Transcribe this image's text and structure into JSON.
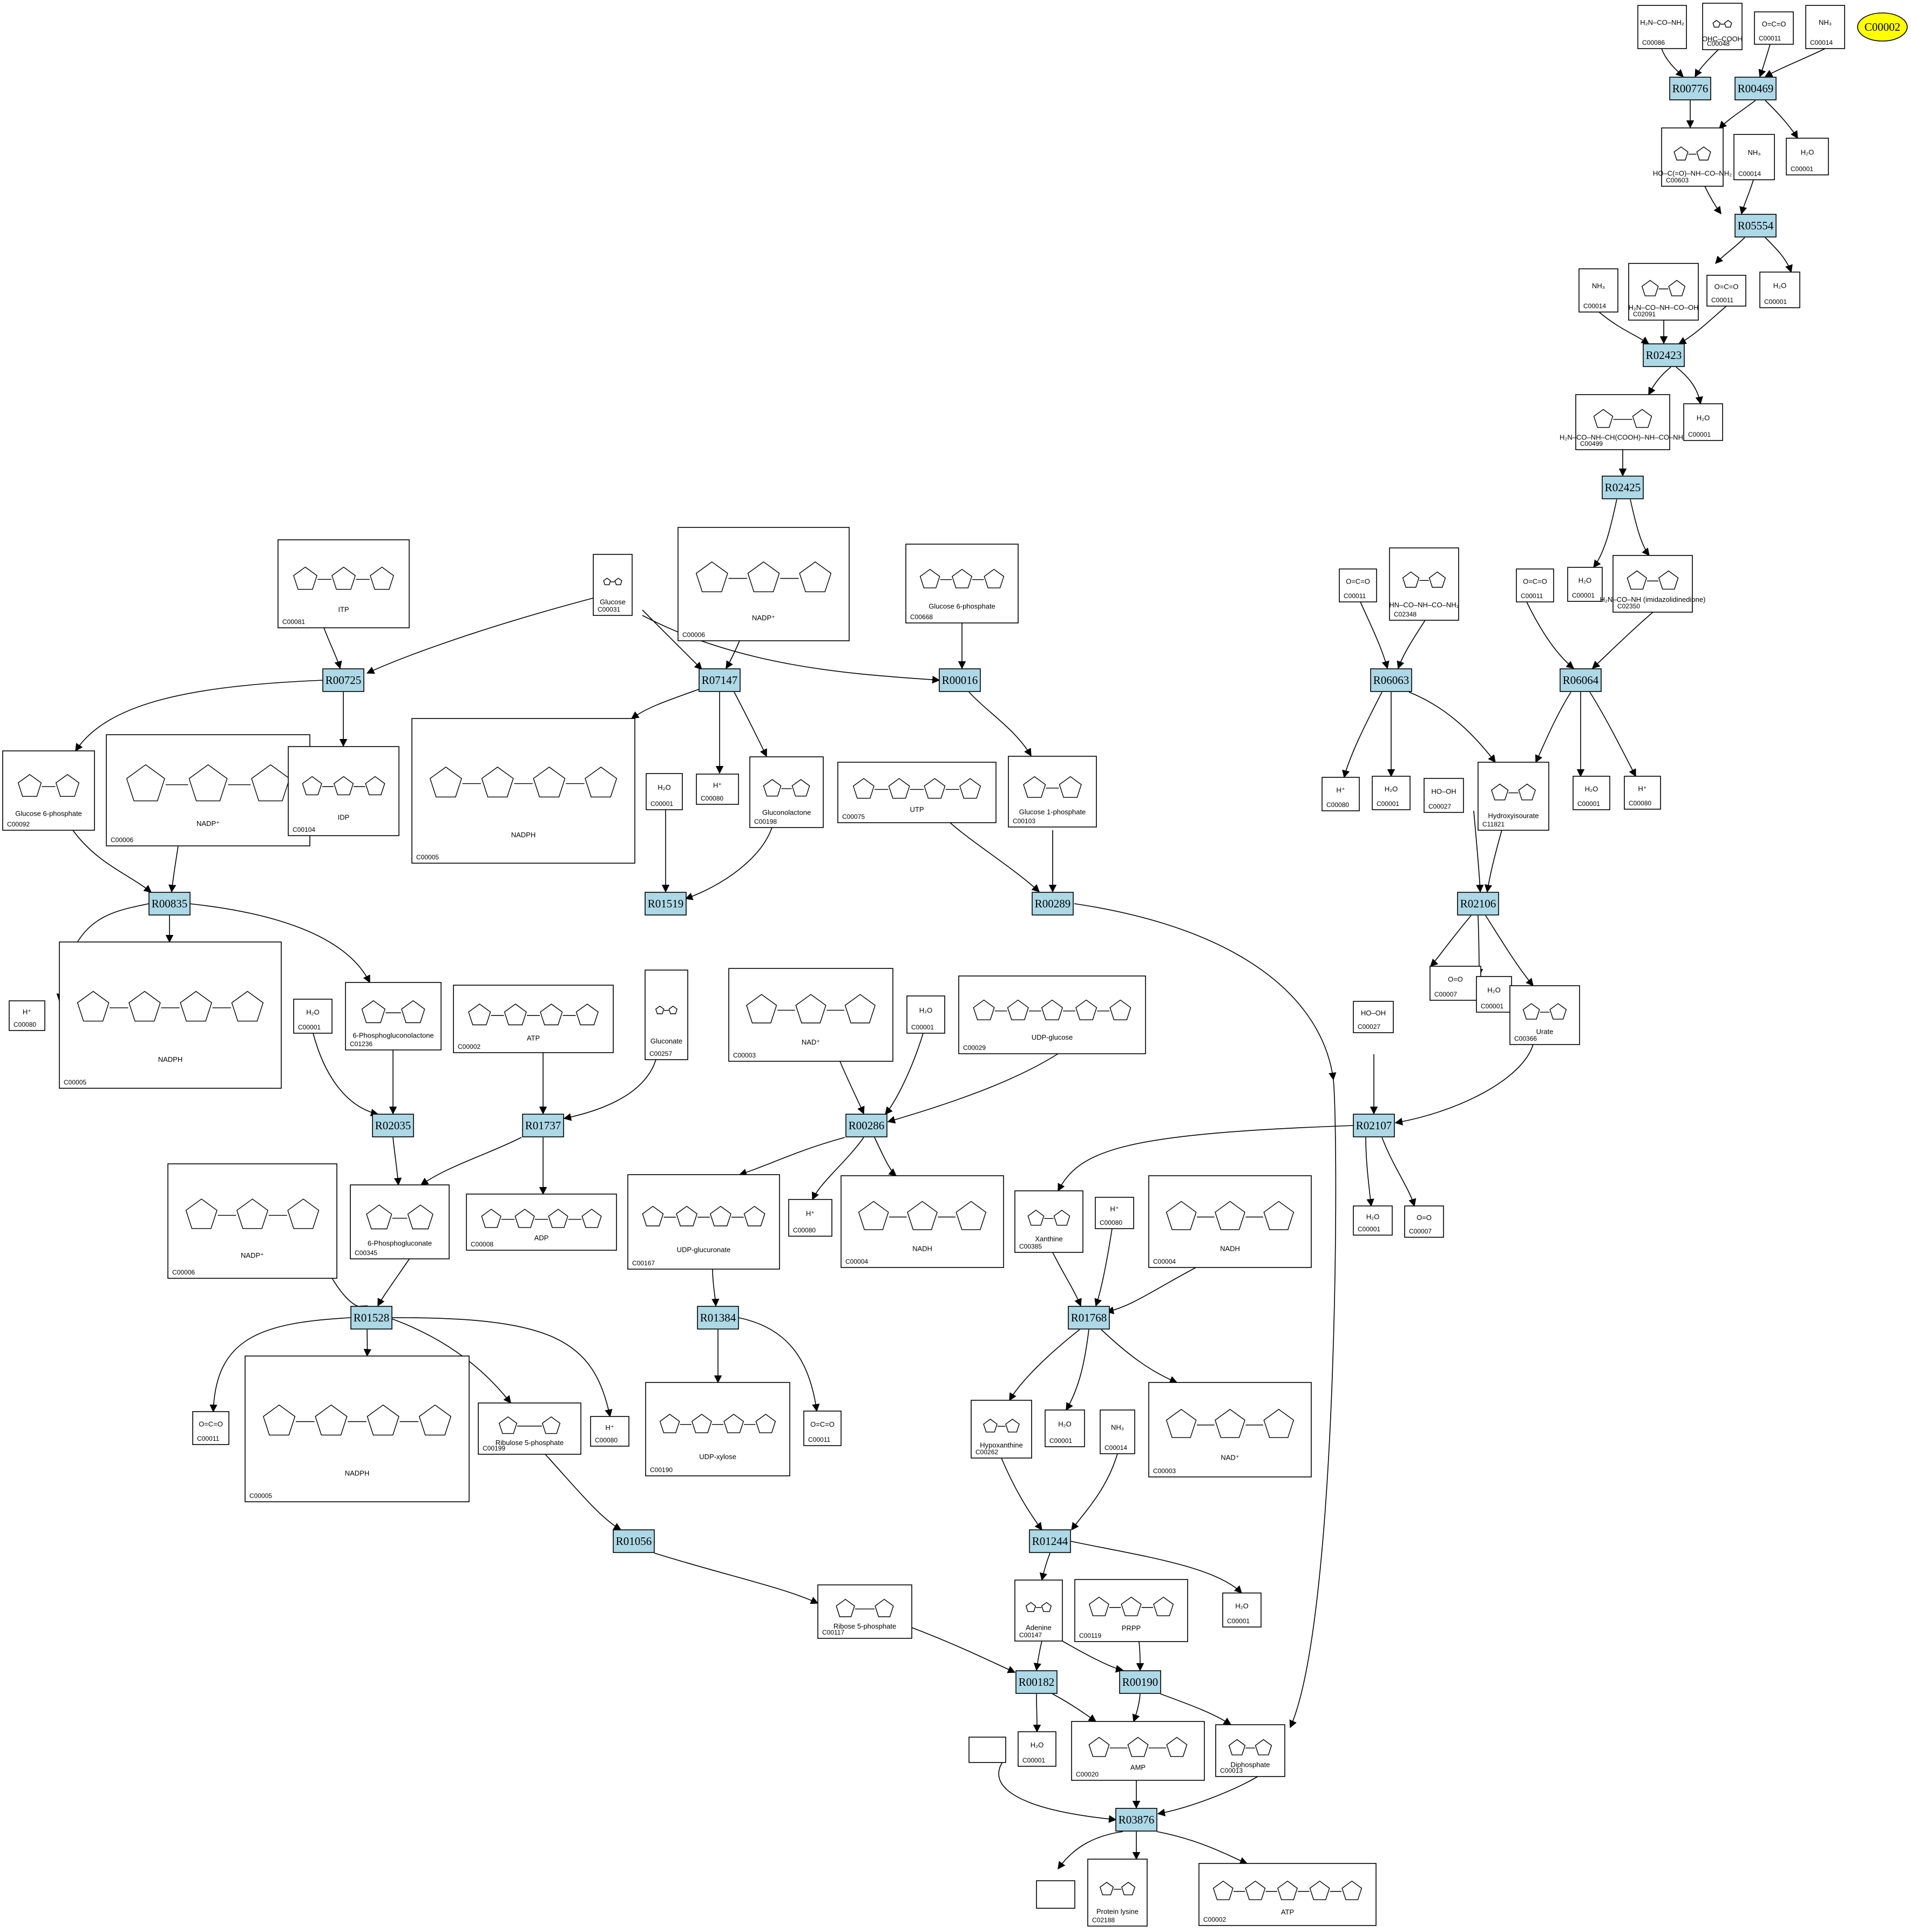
{
  "badge": {
    "label": "C00002",
    "color": "#ffff00"
  },
  "colors": {
    "reaction_fill": "#add8e6",
    "compound_fill": "#ffffff",
    "edge": "#000000"
  },
  "reactions": [
    {
      "id": "R00776"
    },
    {
      "id": "R00469"
    },
    {
      "id": "R05554"
    },
    {
      "id": "R02423"
    },
    {
      "id": "R02425"
    },
    {
      "id": "R06063"
    },
    {
      "id": "R06064"
    },
    {
      "id": "R00725"
    },
    {
      "id": "R07147"
    },
    {
      "id": "R00016"
    },
    {
      "id": "R00835"
    },
    {
      "id": "R01519"
    },
    {
      "id": "R00289"
    },
    {
      "id": "R02106"
    },
    {
      "id": "R02035"
    },
    {
      "id": "R01737"
    },
    {
      "id": "R00286"
    },
    {
      "id": "R02107"
    },
    {
      "id": "R01528"
    },
    {
      "id": "R01384"
    },
    {
      "id": "R01768"
    },
    {
      "id": "R01056"
    },
    {
      "id": "R01244"
    },
    {
      "id": "R00182"
    },
    {
      "id": "R00190"
    },
    {
      "id": "R03876"
    }
  ],
  "compounds": [
    {
      "id": "C00086",
      "formula": "H₂N–CO–NH₂"
    },
    {
      "id": "C00048",
      "formula": "OHC–COOH"
    },
    {
      "id": "C00011",
      "formula": "O=C=O"
    },
    {
      "id": "C00014",
      "formula": "NH₃"
    },
    {
      "id": "C00603",
      "formula": "HO–C(=O)–NH–CO–NH₂"
    },
    {
      "id": "C00014",
      "formula": "NH₃"
    },
    {
      "id": "C00001",
      "formula": "H₂O"
    },
    {
      "id": "C00014",
      "formula": "NH₃"
    },
    {
      "id": "C02091",
      "formula": "H₂N–CO–NH–CO–OH"
    },
    {
      "id": "C00011",
      "formula": "O=C=O"
    },
    {
      "id": "C00001",
      "formula": "H₂O"
    },
    {
      "id": "C00499",
      "formula": "H₂N–CO–NH–CH(COOH)–NH–CO–NH₂"
    },
    {
      "id": "C00001",
      "formula": "H₂O"
    },
    {
      "id": "C00011",
      "formula": "O=C=O"
    },
    {
      "id": "C02348",
      "formula": "HN–CO–NH–CO–NH₂"
    },
    {
      "id": "C00011",
      "formula": "O=C=O"
    },
    {
      "id": "C00001",
      "formula": "H₂O"
    },
    {
      "id": "C02350",
      "formula": "H₂N–CO–NH (imidazolidinedione)"
    },
    {
      "id": "C00081",
      "formula": "ITP"
    },
    {
      "id": "C00031",
      "formula": "Glucose"
    },
    {
      "id": "C00006",
      "formula": "NADP⁺"
    },
    {
      "id": "C00668",
      "formula": "Glucose 6-phosphate"
    },
    {
      "id": "C00092",
      "formula": "Glucose 6-phosphate"
    },
    {
      "id": "C00006",
      "formula": "NADP⁺"
    },
    {
      "id": "C00104",
      "formula": "IDP"
    },
    {
      "id": "C00005",
      "formula": "NADPH"
    },
    {
      "id": "C00001",
      "formula": "H₂O"
    },
    {
      "id": "C00080",
      "formula": "H⁺"
    },
    {
      "id": "C00198",
      "formula": "Gluconolactone"
    },
    {
      "id": "C00075",
      "formula": "UTP"
    },
    {
      "id": "C00103",
      "formula": "Glucose 1-phosphate"
    },
    {
      "id": "C00080",
      "formula": "H⁺"
    },
    {
      "id": "C00001",
      "formula": "H₂O"
    },
    {
      "id": "C00027",
      "formula": "HO–OH"
    },
    {
      "id": "C11821",
      "formula": "Hydroxyisourate"
    },
    {
      "id": "C00001",
      "formula": "H₂O"
    },
    {
      "id": "C00080",
      "formula": "H⁺"
    },
    {
      "id": "C00080",
      "formula": "H⁺"
    },
    {
      "id": "C00005",
      "formula": "NADPH"
    },
    {
      "id": "C00001",
      "formula": "H₂O"
    },
    {
      "id": "C01236",
      "formula": "6-Phosphogluconolactone"
    },
    {
      "id": "C00002",
      "formula": "ATP"
    },
    {
      "id": "C00257",
      "formula": "Gluconate"
    },
    {
      "id": "C00003",
      "formula": "NAD⁺"
    },
    {
      "id": "C00001",
      "formula": "H₂O"
    },
    {
      "id": "C00029",
      "formula": "UDP-glucose"
    },
    {
      "id": "C00007",
      "formula": "O=O"
    },
    {
      "id": "C00001",
      "formula": "H₂O"
    },
    {
      "id": "C00366",
      "formula": "Urate"
    },
    {
      "id": "C00027",
      "formula": "HO–OH"
    },
    {
      "id": "C00006",
      "formula": "NADP⁺"
    },
    {
      "id": "C00345",
      "formula": "6-Phosphogluconate"
    },
    {
      "id": "C00008",
      "formula": "ADP"
    },
    {
      "id": "C00167",
      "formula": "UDP-glucuronate"
    },
    {
      "id": "C00080",
      "formula": "H⁺"
    },
    {
      "id": "C00004",
      "formula": "NADH"
    },
    {
      "id": "C00385",
      "formula": "Xanthine"
    },
    {
      "id": "C00080",
      "formula": "H⁺"
    },
    {
      "id": "C00004",
      "formula": "NADH"
    },
    {
      "id": "C00001",
      "formula": "H₂O"
    },
    {
      "id": "C00007",
      "formula": "O=O"
    },
    {
      "id": "C00011",
      "formula": "O=C=O"
    },
    {
      "id": "C00005",
      "formula": "NADPH"
    },
    {
      "id": "C00199",
      "formula": "Ribulose 5-phosphate"
    },
    {
      "id": "C00080",
      "formula": "H⁺"
    },
    {
      "id": "C00190",
      "formula": "UDP-xylose"
    },
    {
      "id": "C00011",
      "formula": "O=C=O"
    },
    {
      "id": "C00262",
      "formula": "Hypoxanthine"
    },
    {
      "id": "C00001",
      "formula": "H₂O"
    },
    {
      "id": "C00014",
      "formula": "NH₃"
    },
    {
      "id": "C00003",
      "formula": "NAD⁺"
    },
    {
      "id": "C00147",
      "formula": "Adenine"
    },
    {
      "id": "C00119",
      "formula": "PRPP"
    },
    {
      "id": "C00001",
      "formula": "H₂O"
    },
    {
      "id": "C00117",
      "formula": "Ribose 5-phosphate"
    },
    {
      "id": "C00001",
      "formula": "H₂O"
    },
    {
      "id": "C00020",
      "formula": "AMP"
    },
    {
      "id": "C00013",
      "formula": "Diphosphate"
    },
    {
      "id": "C02188",
      "formula": "Protein lysine"
    },
    {
      "id": "C00002",
      "formula": "ATP"
    }
  ]
}
